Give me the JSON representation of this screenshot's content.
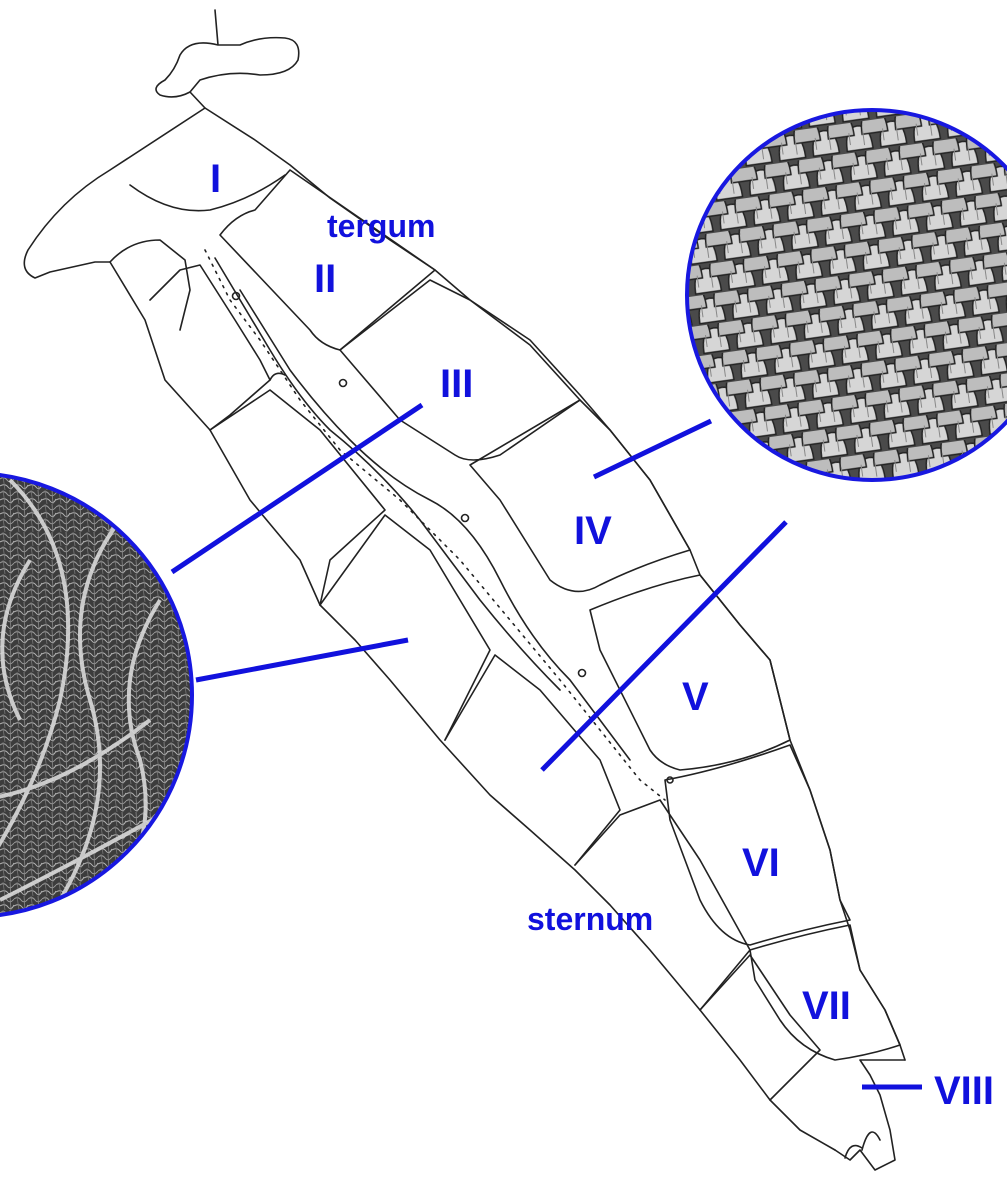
{
  "labels": {
    "segment_1": "I",
    "segment_2": "II",
    "segment_3": "III",
    "segment_4": "IV",
    "segment_5": "V",
    "segment_6": "VI",
    "segment_7": "VII",
    "segment_8": "VIII",
    "tergum": "tergum",
    "sternum": "sternum"
  },
  "colors": {
    "label_blue": "#1111dd",
    "outline": "#222222",
    "circle_border": "#1818e0",
    "micrograph_dark": "#3a3a3a",
    "micrograph_light": "#c8c8c8"
  }
}
